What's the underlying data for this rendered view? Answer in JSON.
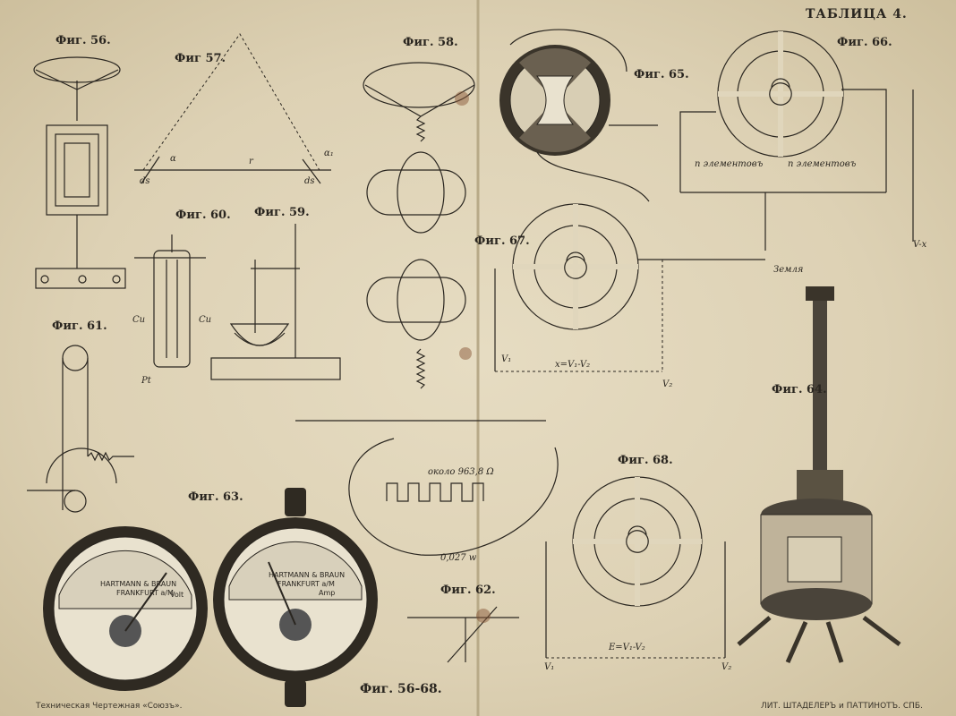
{
  "plate": {
    "title": "ТАБЛИЦА 4."
  },
  "figures": {
    "f56": "Фиг. 56.",
    "f57": "Фиг 57.",
    "f58": "Фиг. 58.",
    "f59": "Фиг. 59.",
    "f60": "Фиг. 60.",
    "f61": "Фиг. 61.",
    "f62": "Фиг. 62.",
    "f63": "Фиг. 63.",
    "f64": "Фиг. 64.",
    "f65": "Фиг. 65.",
    "f66": "Фиг. 66.",
    "f67": "Фиг. 67.",
    "f68": "Фиг. 68.",
    "range": "Фиг. 56-68."
  },
  "annotations": {
    "fig57": {
      "alpha": "α",
      "r": "r",
      "ds": "ds",
      "alpha1": "α₁"
    },
    "fig60": {
      "cu": "Cu",
      "pt": "Pt"
    },
    "fig66": {
      "elements": "n элементовъ",
      "vx": "V-x"
    },
    "fig67": {
      "ground": "Земля",
      "formula": "x=V₁-V₂",
      "v1": "V₁",
      "v2": "V₂"
    },
    "fig58": {
      "resistance": "около 963,8 Ω",
      "w": "0,027 w"
    },
    "fig68": {
      "formula": "E=V₁-V₂",
      "v1": "V₁",
      "v2": "V₂"
    }
  },
  "meters": {
    "m1": {
      "maker": "HARTMANN & BRAUN",
      "city": "FRANKFURT a/M",
      "unit": "Volt"
    },
    "m2": {
      "maker": "HARTMANN & BRAUN",
      "city": "FRANKFURT a/M",
      "unit": "Amp"
    }
  },
  "footer": {
    "left": "Техническая Чертежная «Союзъ».",
    "right": "ЛИТ. ШТАДЕЛЕРЪ и ПАТТИНОТЪ. СПБ."
  }
}
